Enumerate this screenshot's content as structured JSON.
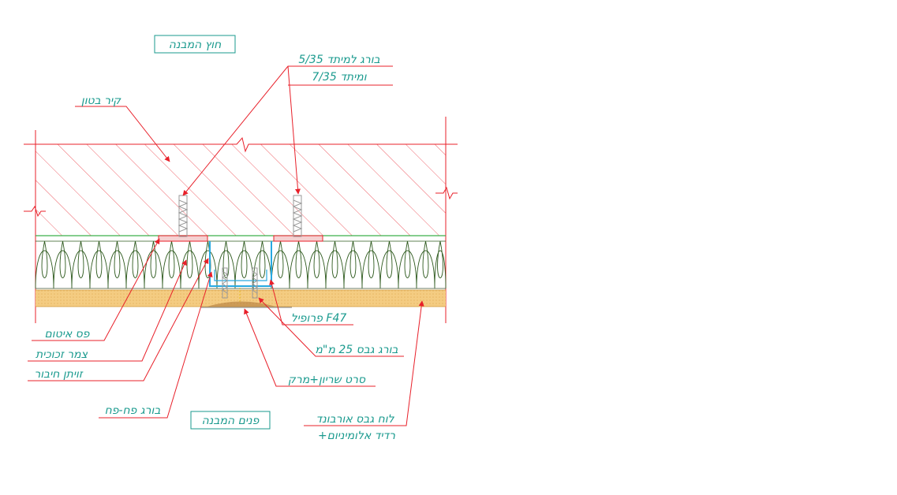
{
  "colors": {
    "background": "#ffffff",
    "text": "#1a9a8e",
    "leader": "#e8202a",
    "concrete_outline": "#e8202a",
    "insulation": "#2e5a1e",
    "membrane_line": "#3cb14a",
    "gypsum_board": "#f2c77a",
    "profile": "#27a9e1",
    "screw": "#9a9a9a"
  },
  "labels": {
    "outside_building": "חוץ המבנה",
    "inside_building": "פנים המבנה",
    "concrete_wall": "קיר בטון",
    "anchor_screw_line1": "בורג למיתד 5/35",
    "anchor_screw_line2": "ומיתד 7/35",
    "sealing_strip": "פס איטום",
    "glass_wool": "צמר זכוכית",
    "connection_angle": "זויתן חיבור",
    "sheet_screw": "בורג פח-פח",
    "profile_f47": "פרופיל F47",
    "gypsum_screw": "בורג גבס 25 מ\"מ",
    "mesh_tape": "סרט שריון+מרק",
    "board_line1": "לוח גבס אורבונד",
    "board_line2": "+רדיד אלומיניום"
  }
}
